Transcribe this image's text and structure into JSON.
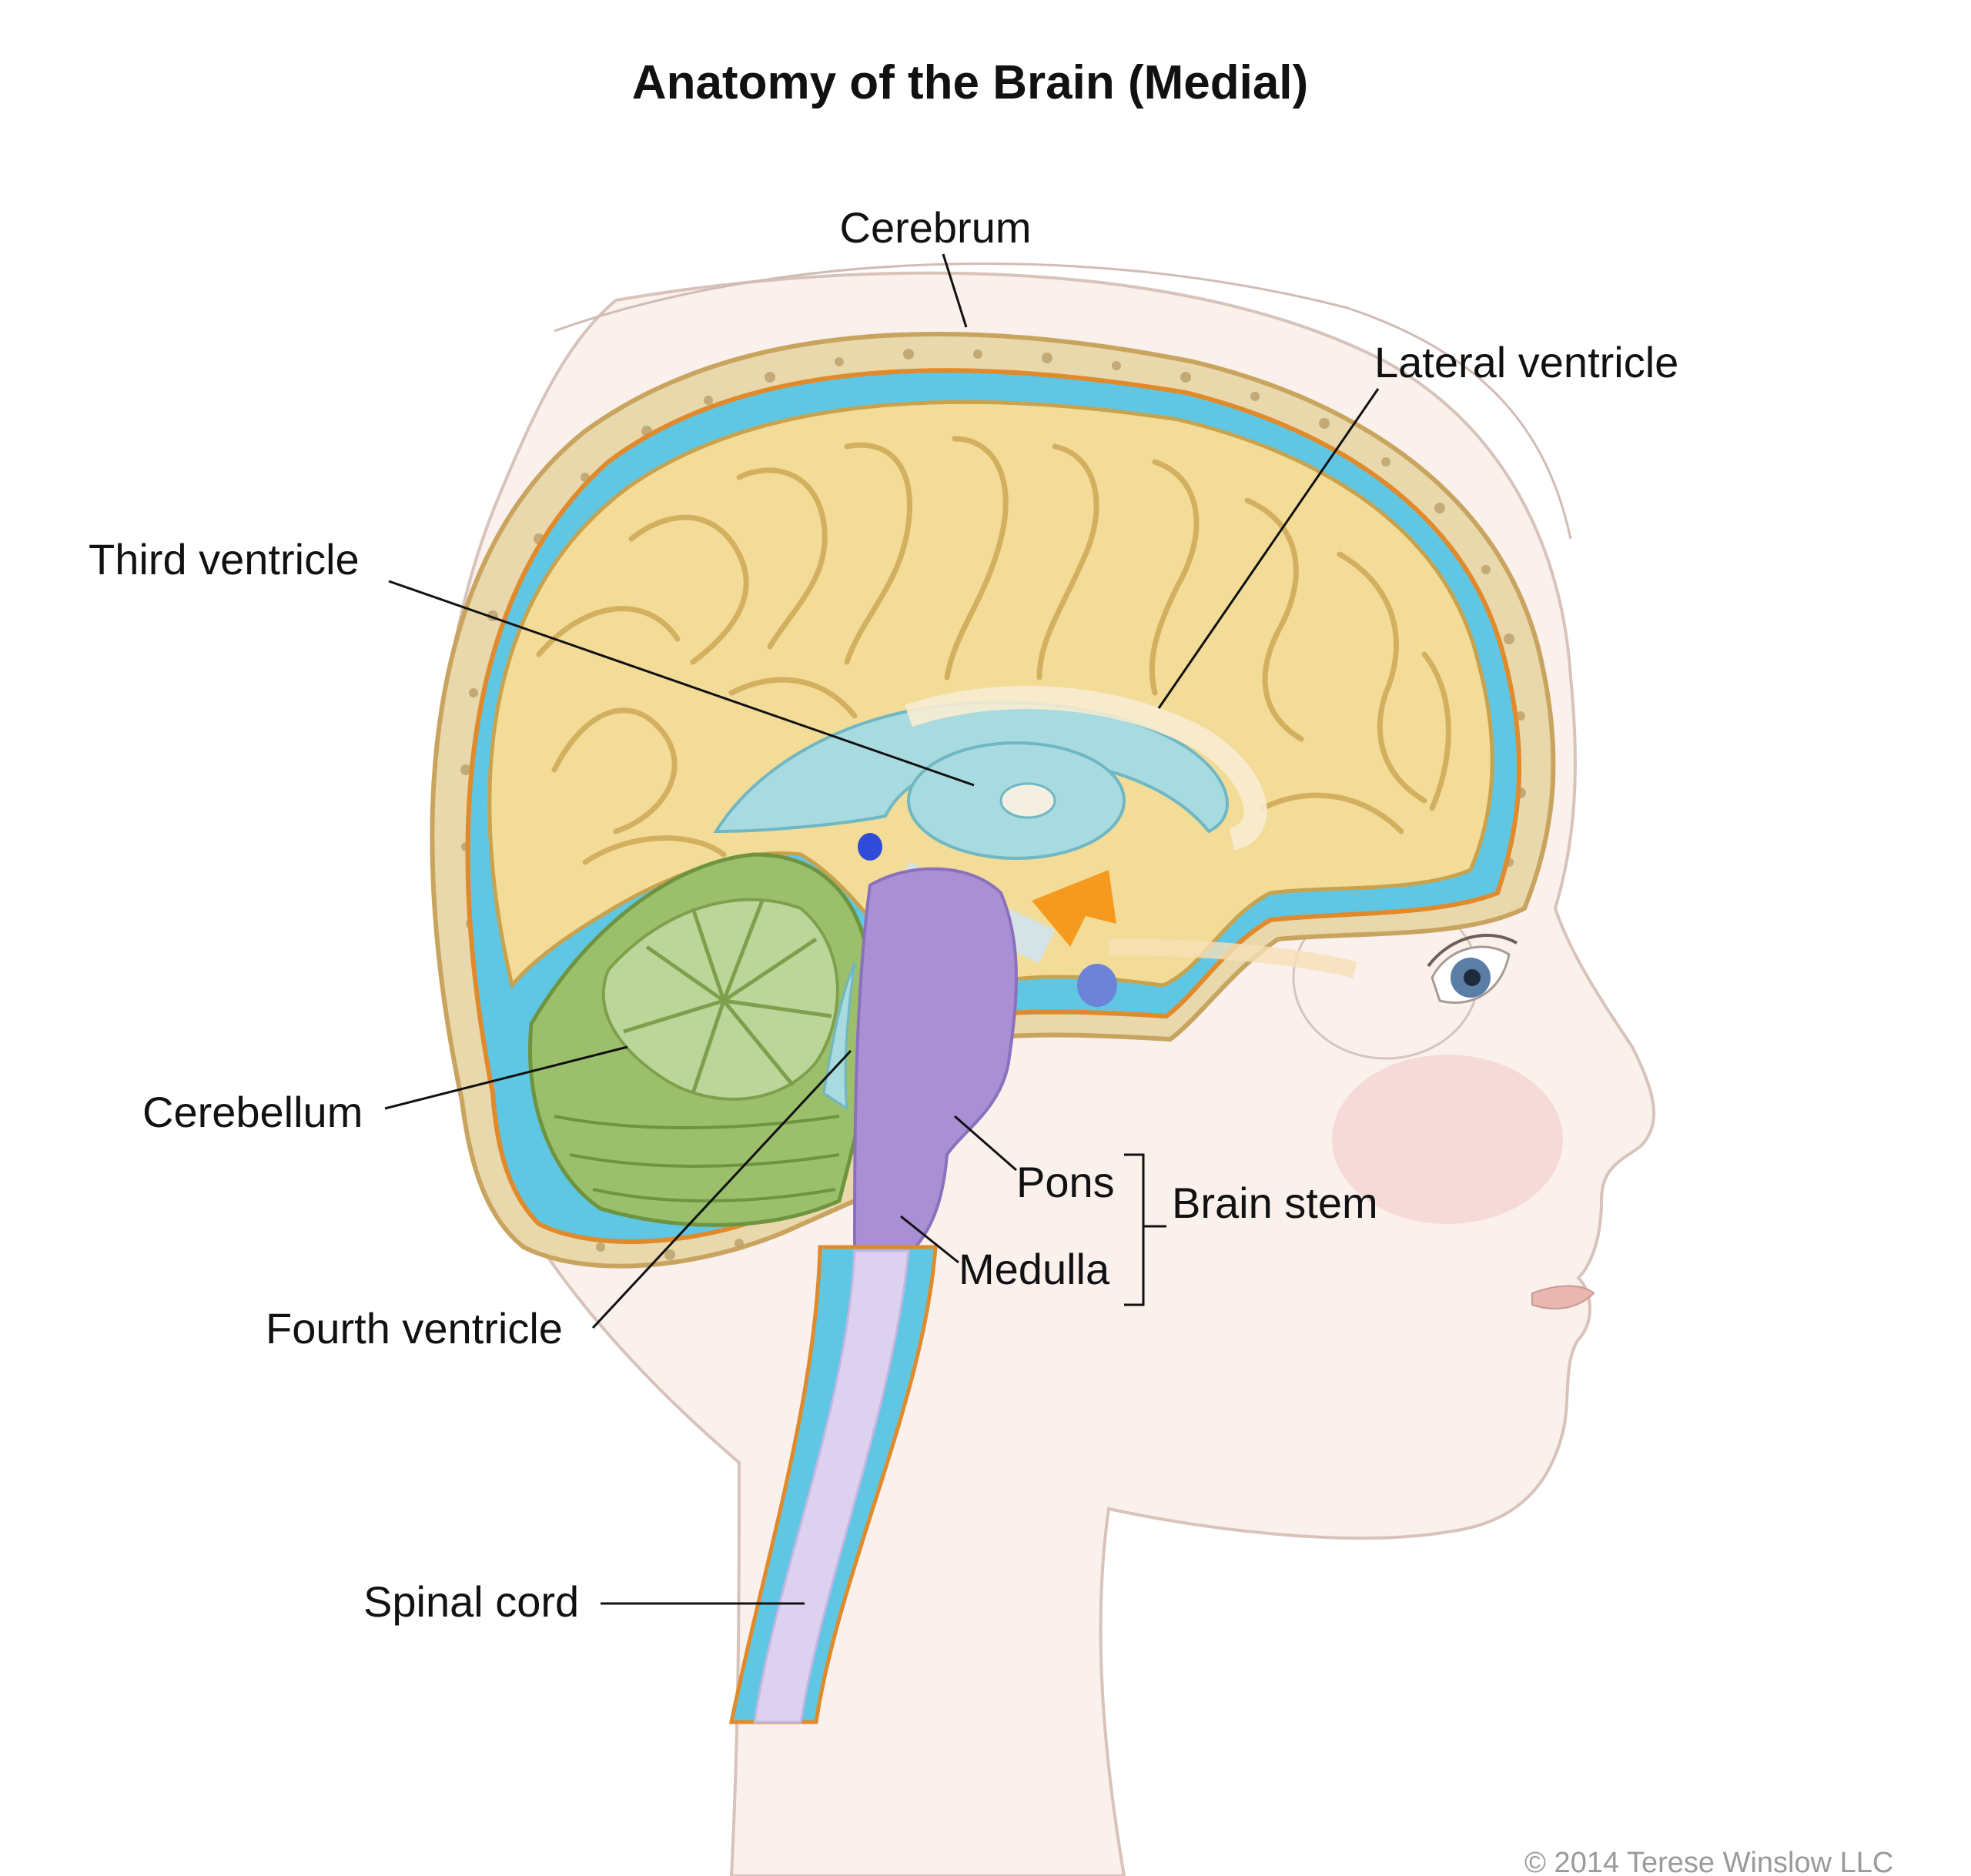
{
  "title": "Anatomy of the Brain (Medial)",
  "labels": {
    "cerebrum": "Cerebrum",
    "lateral_ventricle": "Lateral ventricle",
    "third_ventricle": "Third ventricle",
    "cerebellum": "Cerebellum",
    "pons": "Pons",
    "brain_stem": "Brain stem",
    "medulla": "Medulla",
    "fourth_ventricle": "Fourth ventricle",
    "spinal_cord": "Spinal cord"
  },
  "credit": "© 2014 Terese Winslow LLC",
  "colors": {
    "cerebrum": "#f3dc97",
    "cerebrum_fold": "#d9b85e",
    "cerebellum": "#9bbf6b",
    "cerebellum_light": "#bcd69a",
    "ventricle": "#a8dbe0",
    "csf": "#5fc7e3",
    "brainstem": "#a98fd3",
    "spinal_cord": "#dcd2ef",
    "skull": "#e8d8ac",
    "dura": "#e08a2b",
    "pituitary": "#f59a1e",
    "skin": "#f8ece7"
  }
}
